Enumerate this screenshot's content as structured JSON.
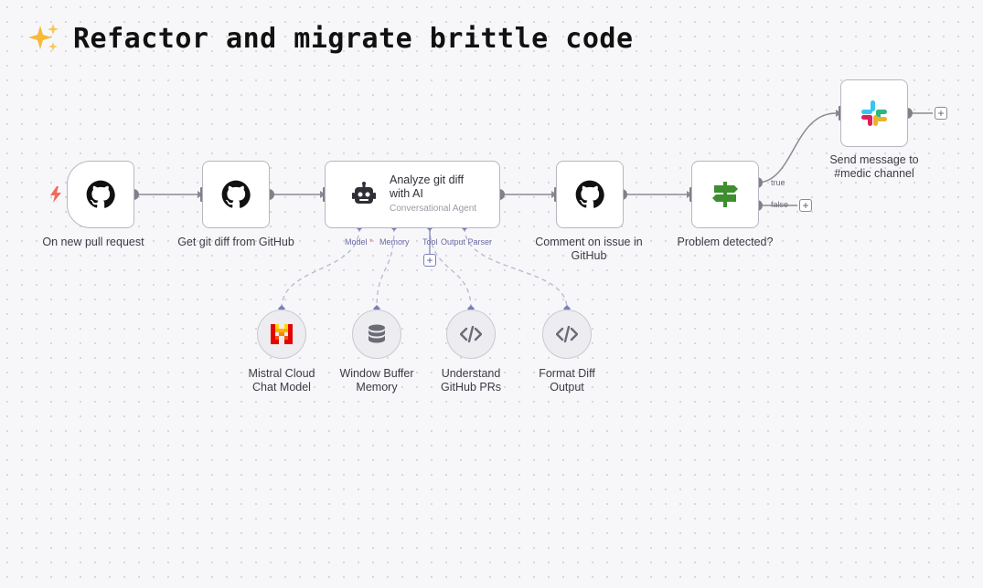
{
  "title": "Refactor and migrate brittle code",
  "nodes": {
    "trigger": {
      "label": "On new pull request",
      "icon": "github-icon"
    },
    "get_diff": {
      "label": "Get git diff from GitHub",
      "icon": "github-icon"
    },
    "agent": {
      "title_line1": "Analyze git diff",
      "title_line2": "with AI",
      "subtitle": "Conversational Agent",
      "icon": "robot-icon"
    },
    "comment": {
      "label_line1": "Comment on issue in",
      "label_line2": "GitHub",
      "icon": "github-icon"
    },
    "if": {
      "label": "Problem detected?",
      "icon": "signpost-icon"
    },
    "slack": {
      "label_line1": "Send message to",
      "label_line2": "#medic channel",
      "icon": "slack-icon"
    },
    "mistral": {
      "label_line1": "Mistral Cloud",
      "label_line2": "Chat Model",
      "icon": "mistral-icon"
    },
    "memory": {
      "label_line1": "Window Buffer",
      "label_line2": "Memory",
      "icon": "database-icon"
    },
    "tool": {
      "label_line1": "Understand",
      "label_line2": "GitHub PRs",
      "icon": "code-icon"
    },
    "parser": {
      "label_line1": "Format Diff",
      "label_line2": "Output",
      "icon": "code-icon"
    }
  },
  "ports": {
    "model": "Model",
    "model_required": "*",
    "memory": "Memory",
    "tool": "Tool",
    "output_parser": "Output Parser"
  },
  "branches": {
    "true": "true",
    "false": "false"
  },
  "colors": {
    "accent": "#7b7fb8",
    "edge": "#8a8a94",
    "trigger_bolt": "#ef6a5a",
    "signpost": "#3e8e2f"
  }
}
